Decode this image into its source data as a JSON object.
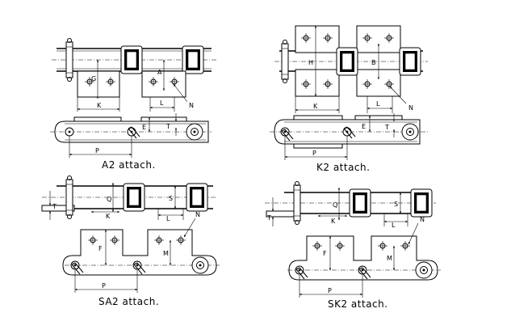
{
  "captions": {
    "a2": "A2 attach.",
    "k2": "K2 attach.",
    "sa2": "SA2 attach.",
    "sk2": "SK2 attach."
  },
  "dimensions": {
    "a2": {
      "G": "G",
      "A": "A",
      "K": "K",
      "L": "L",
      "N": "N",
      "E": "E",
      "T": "T",
      "P": "P"
    },
    "k2": {
      "H": "H",
      "B": "B",
      "K": "K",
      "L": "L",
      "N": "N",
      "E": "E",
      "T": "T",
      "P": "P"
    },
    "sa2": {
      "T": "T",
      "Q": "Q",
      "S": "S",
      "K": "K",
      "L": "L",
      "N": "N",
      "F": "F",
      "M": "M",
      "P": "P"
    },
    "sk2": {
      "T": "T",
      "Q": "Q",
      "S": "S",
      "K": "K",
      "L": "L",
      "N": "N",
      "F": "F",
      "M": "M",
      "P": "P"
    }
  }
}
